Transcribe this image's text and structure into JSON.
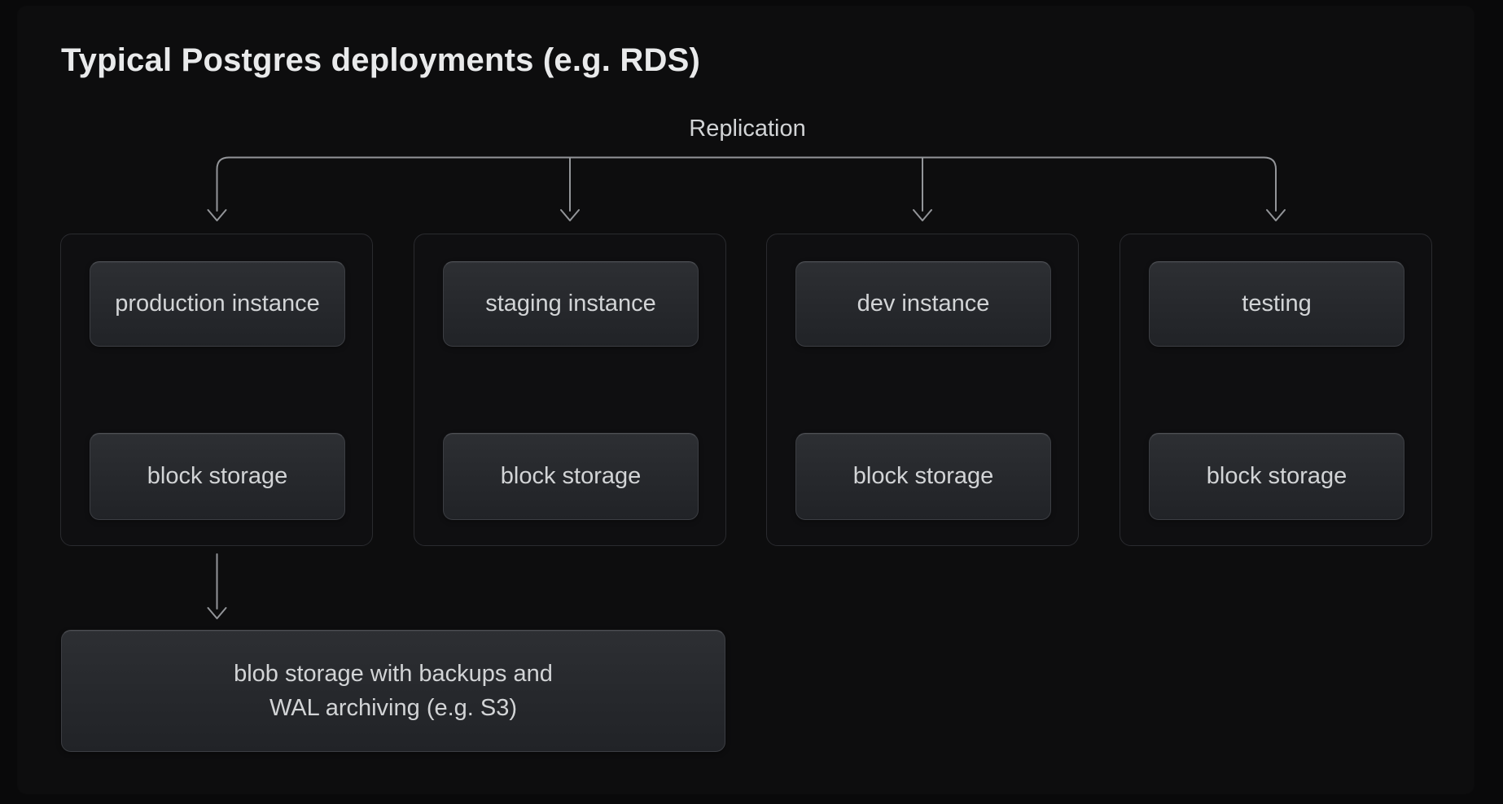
{
  "title": "Typical Postgres deployments (e.g. RDS)",
  "diagram": {
    "replication_label": "Replication",
    "groups": [
      {
        "instance": "production instance",
        "storage": "block storage"
      },
      {
        "instance": "staging instance",
        "storage": "block storage"
      },
      {
        "instance": "dev instance",
        "storage": "block storage"
      },
      {
        "instance": "testing",
        "storage": "block storage"
      }
    ],
    "blob": {
      "line1": "blob storage with backups and",
      "line2": "WAL archiving (e.g. S3)"
    }
  },
  "colors": {
    "background": "#09090a",
    "panel": "#0d0d0e",
    "group_fill": "#0f0f11",
    "group_border": "#2a2b2f",
    "node_fill_top": "#2d2f33",
    "node_fill_bottom": "#212327",
    "node_border": "#3c3e43",
    "connector": "#939599",
    "text": "#d2d4d6",
    "title_text": "#e9eaeb"
  }
}
